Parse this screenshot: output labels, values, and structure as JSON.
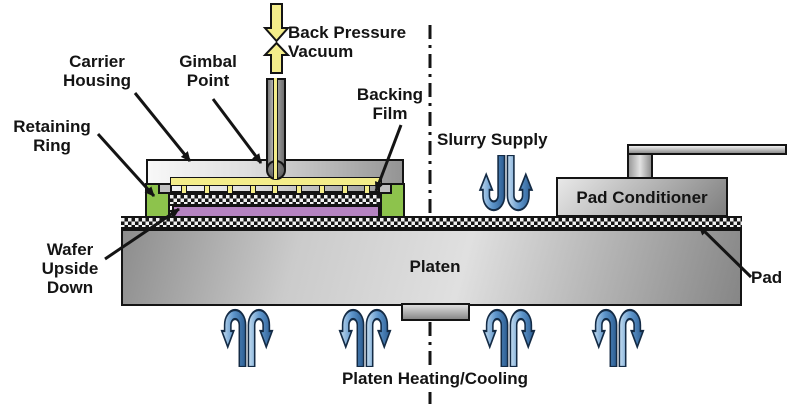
{
  "title": "CMP polishing process diagram",
  "labels": {
    "back_pressure": "Back Pressure",
    "vacuum": "Vacuum",
    "carrier_housing": [
      "Carrier",
      "Housing"
    ],
    "gimbal_point": [
      "Gimbal",
      "Point"
    ],
    "backing_film": [
      "Backing",
      "Film"
    ],
    "retaining_ring": [
      "Retaining",
      "Ring"
    ],
    "wafer_upside_down": [
      "Wafer",
      "Upside",
      "Down"
    ],
    "slurry_supply": "Slurry Supply",
    "pad_conditioner": "Pad Conditioner",
    "platen": "Platen",
    "pad": "Pad",
    "platen_heating_cooling": "Platen Heating/Cooling"
  },
  "colors": {
    "outline": "#141414",
    "pressure_yellow": "#F4ED8A",
    "retaining_ring_green": "#8DC34C",
    "wafer_purple": "#B583C1",
    "flow_blue_dark": "#2B5C91",
    "flow_blue_mid": "#5D95CB",
    "flow_blue_light": "#C4DCF0",
    "metal_light": "#F2F2F2",
    "metal_dark": "#8A8A8A"
  }
}
